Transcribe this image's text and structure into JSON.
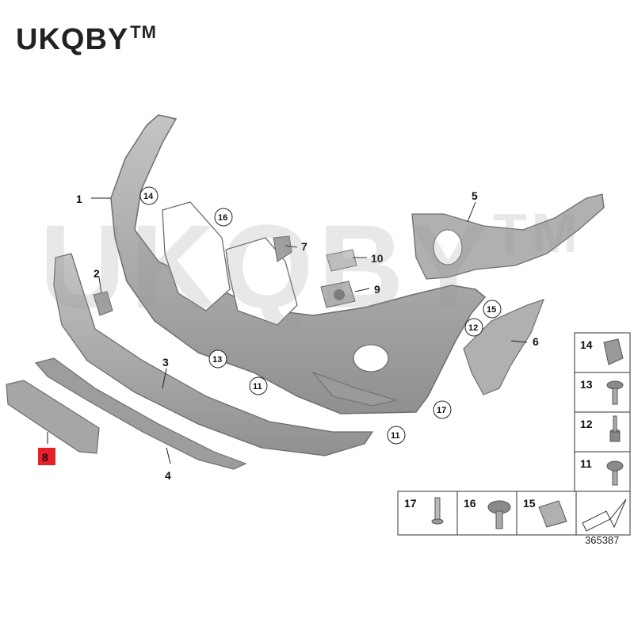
{
  "brand": {
    "name": "UKQBY",
    "tm": "TM"
  },
  "watermark": {
    "text": "UKQBY",
    "tm": "TM"
  },
  "callouts": {
    "p1": "1",
    "p2": "2",
    "p3": "3",
    "p4": "4",
    "p5": "5",
    "p6": "6",
    "p7": "7",
    "p8": "8",
    "p9": "9",
    "p10": "10",
    "c11a": "11",
    "c11b": "11",
    "c12": "12",
    "c13": "13",
    "c14": "14",
    "c15": "15",
    "c16": "16",
    "c17": "17"
  },
  "legend": {
    "i14": "14",
    "i13": "13",
    "i12": "12",
    "i11": "11",
    "i17": "17",
    "i16": "16",
    "i15": "15"
  },
  "reference_number": "365387",
  "colors": {
    "part_fill": "#a9a9a9",
    "part_stroke": "#6e6e6e",
    "highlight": "#e8202a"
  }
}
